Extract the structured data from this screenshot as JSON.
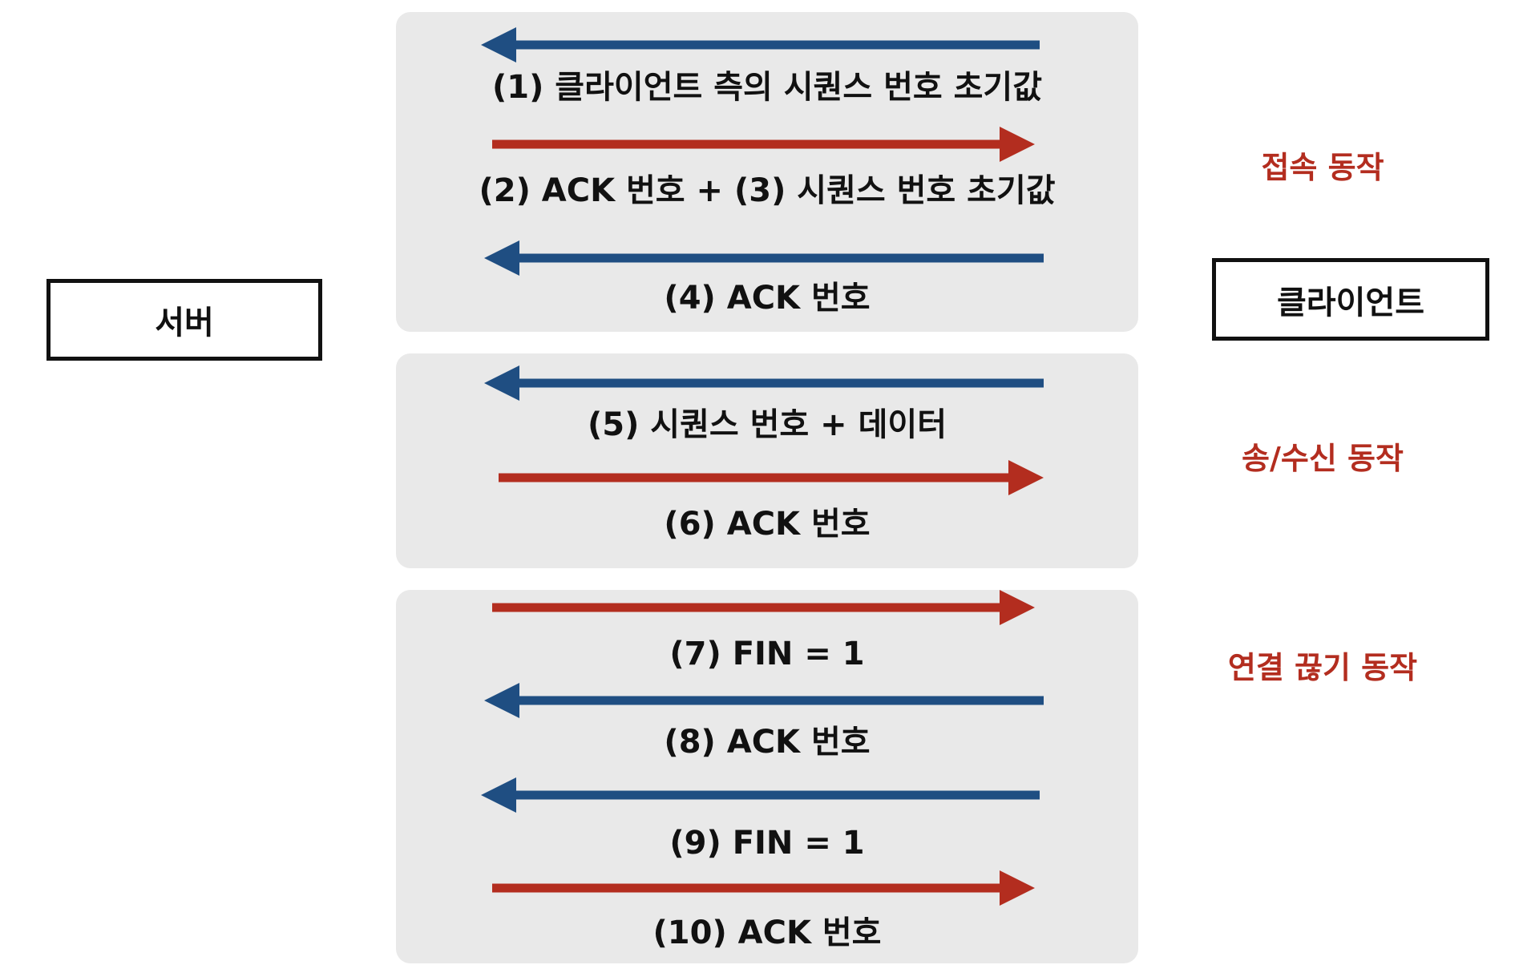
{
  "colors": {
    "to_server": "#1f4e82",
    "to_client": "#b32d1f",
    "phase_text": "#b32d1f",
    "panel": "#e9e9e9"
  },
  "entities": {
    "server": "서버",
    "client": "클라이언트"
  },
  "phases": {
    "connect": "접속 동작",
    "transfer": "송/수신 동작",
    "close": "연결 끊기 동작"
  },
  "steps": [
    {
      "label": "(1) 클라이언트 측의 시퀀스 번호 초기값",
      "direction": "left"
    },
    {
      "label": "(2) ACK 번호 + (3) 시퀀스 번호 초기값",
      "direction": "right"
    },
    {
      "label": "(4) ACK 번호",
      "direction": "left"
    },
    {
      "label": "(5) 시퀀스 번호 + 데이터",
      "direction": "left"
    },
    {
      "label": "(6) ACK 번호",
      "direction": "right"
    },
    {
      "label": "(7) FIN = 1",
      "direction": "right"
    },
    {
      "label": "(8) ACK 번호",
      "direction": "left"
    },
    {
      "label": "(9) FIN = 1",
      "direction": "left"
    },
    {
      "label": "(10) ACK 번호",
      "direction": "right"
    }
  ]
}
